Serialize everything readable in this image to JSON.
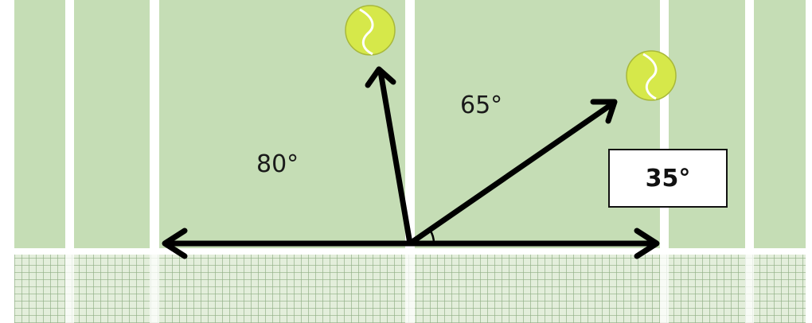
{
  "labels": {
    "angle_left": "80°",
    "angle_middle": "65°",
    "answer": "35°"
  },
  "colors": {
    "court_green": "#c5ddb5",
    "court_lines": "#ffffff",
    "net_grid": "#8fae84",
    "arrow": "#000000",
    "ball_fill": "#d6e84a",
    "ball_seam": "#ffffff"
  },
  "icons": [
    "tennis-ball-icon"
  ]
}
